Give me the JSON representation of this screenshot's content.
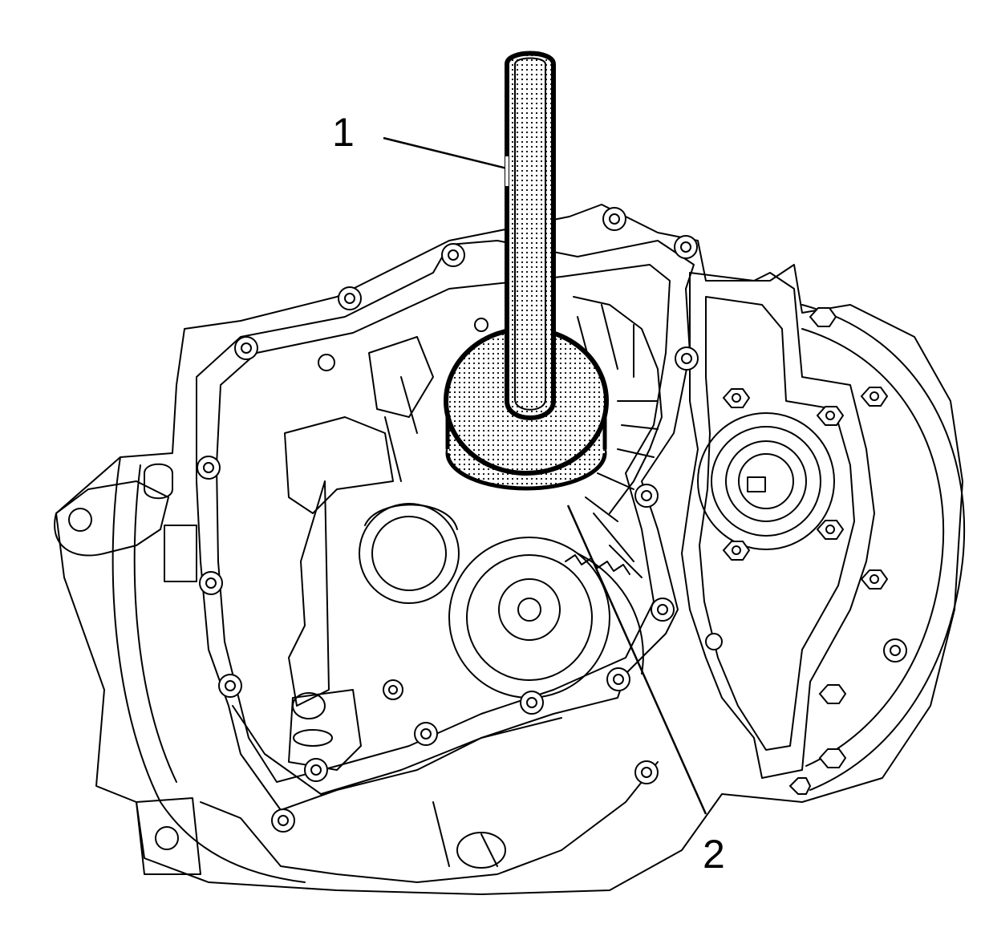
{
  "figure": {
    "callouts": [
      {
        "id": "1",
        "label": "1"
      },
      {
        "id": "2",
        "label": "2"
      }
    ],
    "colors": {
      "line": "#000000",
      "background": "#ffffff",
      "highlight_dots": "#000000"
    },
    "icons": {
      "assembly": "transaxle-housing-line-drawing",
      "tool_handle": "installer-handle",
      "tool_disc": "seal-installer-disc"
    }
  }
}
